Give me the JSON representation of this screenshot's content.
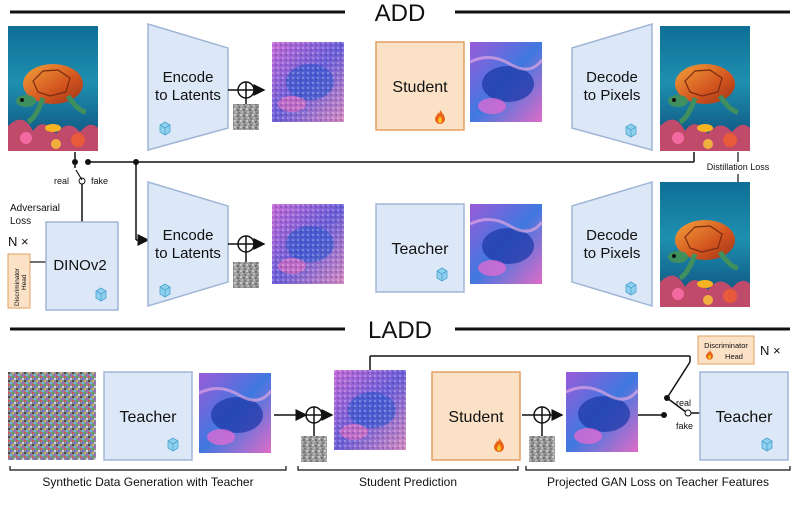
{
  "sections": {
    "add_title": "ADD",
    "ladd_title": "LADD"
  },
  "add": {
    "encode_label": [
      "Encode",
      "to Latents"
    ],
    "decode_label": [
      "Decode",
      "to Pixels"
    ],
    "student_label": "Student",
    "teacher_label": "Teacher",
    "dinov2_label": "DINOv2",
    "distillation_loss": "Distillation Loss",
    "adversarial_loss": [
      "Adversarial",
      "Loss"
    ],
    "real_label": "real",
    "fake_label": "fake",
    "n_times": "N ×",
    "discriminator_head": [
      "Discriminator",
      "Head"
    ]
  },
  "ladd": {
    "teacher_label": "Teacher",
    "student_label": "Student",
    "teacher_features_label": "Teacher",
    "discriminator_head": [
      "Discriminator",
      "Head"
    ],
    "n_times": "N ×",
    "real_label": "real",
    "fake_label": "fake",
    "captions": [
      "Synthetic Data Generation with Teacher",
      "Student Prediction",
      "Projected GAN Loss on Teacher Features"
    ]
  },
  "colors": {
    "blue_fill": "#dce8f7",
    "blue_stroke": "#9fb6d6",
    "orange_fill": "#fbe2c6",
    "orange_stroke": "#e0a060",
    "frozen_icon": "#8fd0ee",
    "flame_icon": "#e8621a"
  },
  "icons": {
    "frozen": "ice-cube-icon",
    "trainable": "flame-icon",
    "add": "circle-plus-icon"
  }
}
